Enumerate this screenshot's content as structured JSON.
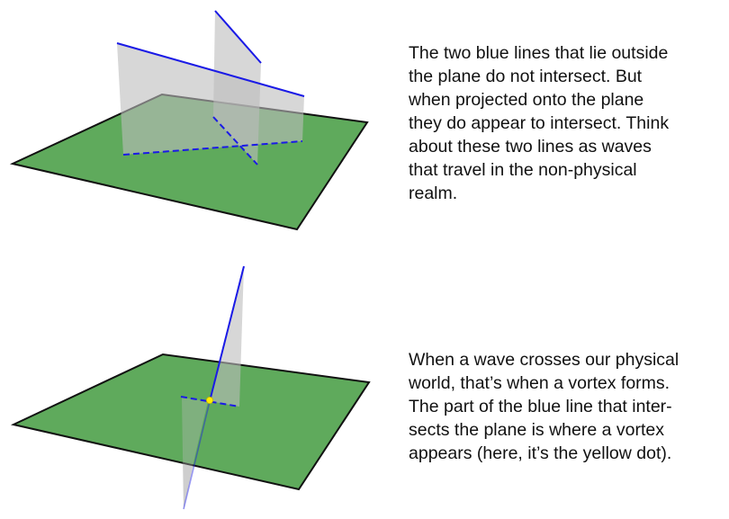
{
  "colors": {
    "plane": "#5faa5c",
    "plane_edge": "#111111",
    "blue_line": "#1a1ae6",
    "projection_sheet": "#bdbdbd",
    "vortex": "#ffee00",
    "text": "#111111"
  },
  "captions": [
    {
      "lines": [
        "The two blue lines that lie outside",
        "the plane do not intersect. But",
        "when projected onto the plane",
        "they do appear to intersect. Think",
        "about these two lines as waves",
        "that travel in the non-physical",
        "realm."
      ]
    },
    {
      "lines": [
        "When a wave crosses our physical",
        "world, that’s when a vortex forms.",
        "The part of the blue line that inter-",
        "sects the plane is where a vortex",
        "appears (here, it’s the yellow dot)."
      ]
    }
  ]
}
